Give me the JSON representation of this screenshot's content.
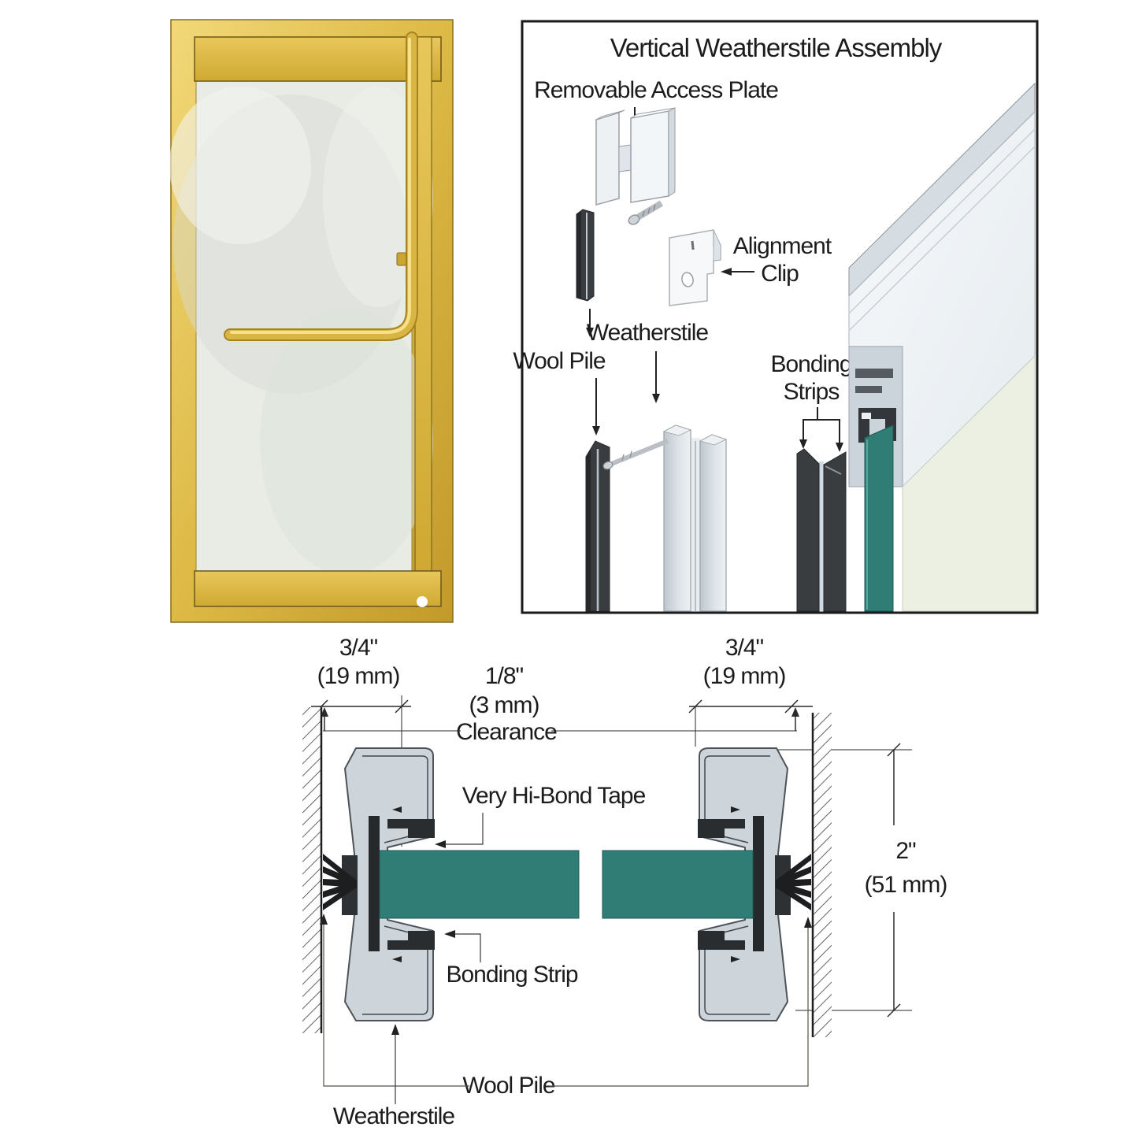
{
  "assembly": {
    "title": "Vertical Weatherstile Assembly",
    "labels": {
      "removable_access_plate": "Removable Access Plate",
      "alignment1": "Alignment",
      "alignment2": "Clip",
      "wool_pile": "Wool Pile",
      "weatherstile": "Weatherstile",
      "bonding1": "Bonding",
      "bonding2": "Strips"
    }
  },
  "section": {
    "dims": {
      "left_in": "3/4\"",
      "left_mm": "(19 mm)",
      "gap_in": "1/8\"",
      "gap_mm": "(3 mm)",
      "gap_word": "Clearance",
      "right_in": "3/4\"",
      "right_mm": "(19 mm)",
      "height_in": "2\"",
      "height_mm": "(51 mm)"
    },
    "labels": {
      "tape": "Very Hi-Bond Tape",
      "bonding": "Bonding Strip",
      "wool": "Wool Pile",
      "weatherstile": "Weatherstile"
    }
  },
  "colors": {
    "gold": "#D9B440",
    "gold_light": "#F2D879",
    "gold_dark": "#B38E25",
    "gold_line": "#6B581A",
    "glass_teal": "#2F7D74",
    "profile_gray": "#CDD5DB",
    "strip_dark": "#3A3D40",
    "pale_glass": "#EBF0E3",
    "door_glass": "#E9ECE5",
    "line": "#2B2B2B"
  }
}
